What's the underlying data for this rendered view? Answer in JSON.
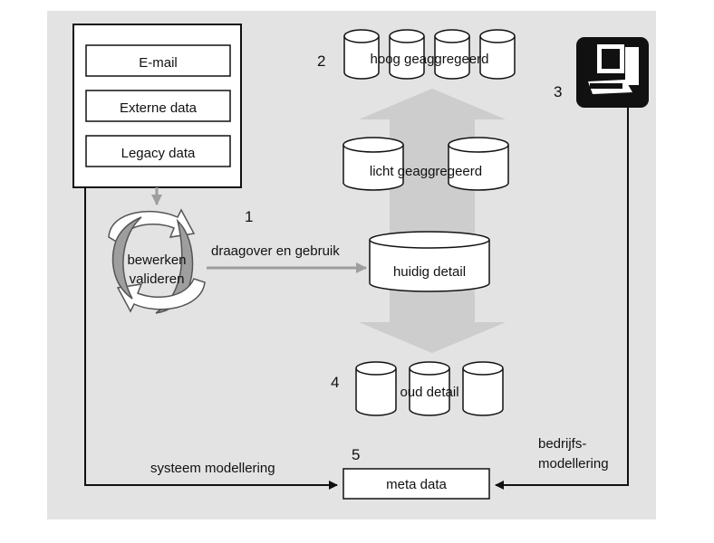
{
  "sources": {
    "email": "E-mail",
    "external": "Externe data",
    "legacy": "Legacy data"
  },
  "process": {
    "line1": "bewerken",
    "line2": "valideren"
  },
  "numbers": {
    "n1": "1",
    "n2": "2",
    "n3": "3",
    "n4": "4",
    "n5": "5"
  },
  "flows": {
    "transfer": "draagover en gebruik",
    "system_modelling": "systeem modellering",
    "business_line1": "bedrijfs-",
    "business_line2": "modellering"
  },
  "stores": {
    "high": "hoog geaggregeerd",
    "light": "licht geaggregeerd",
    "current": "huidig detail",
    "old": "oud detail",
    "meta": "meta data"
  },
  "colors": {
    "panel": "#e3e3e3",
    "big_arrow": "#cdcdcd",
    "gray_arrow": "#9e9e9e",
    "stroke": "#111111"
  },
  "icons": {
    "workstation": "computer-icon",
    "cycle": "cycle-arrows-icon"
  }
}
